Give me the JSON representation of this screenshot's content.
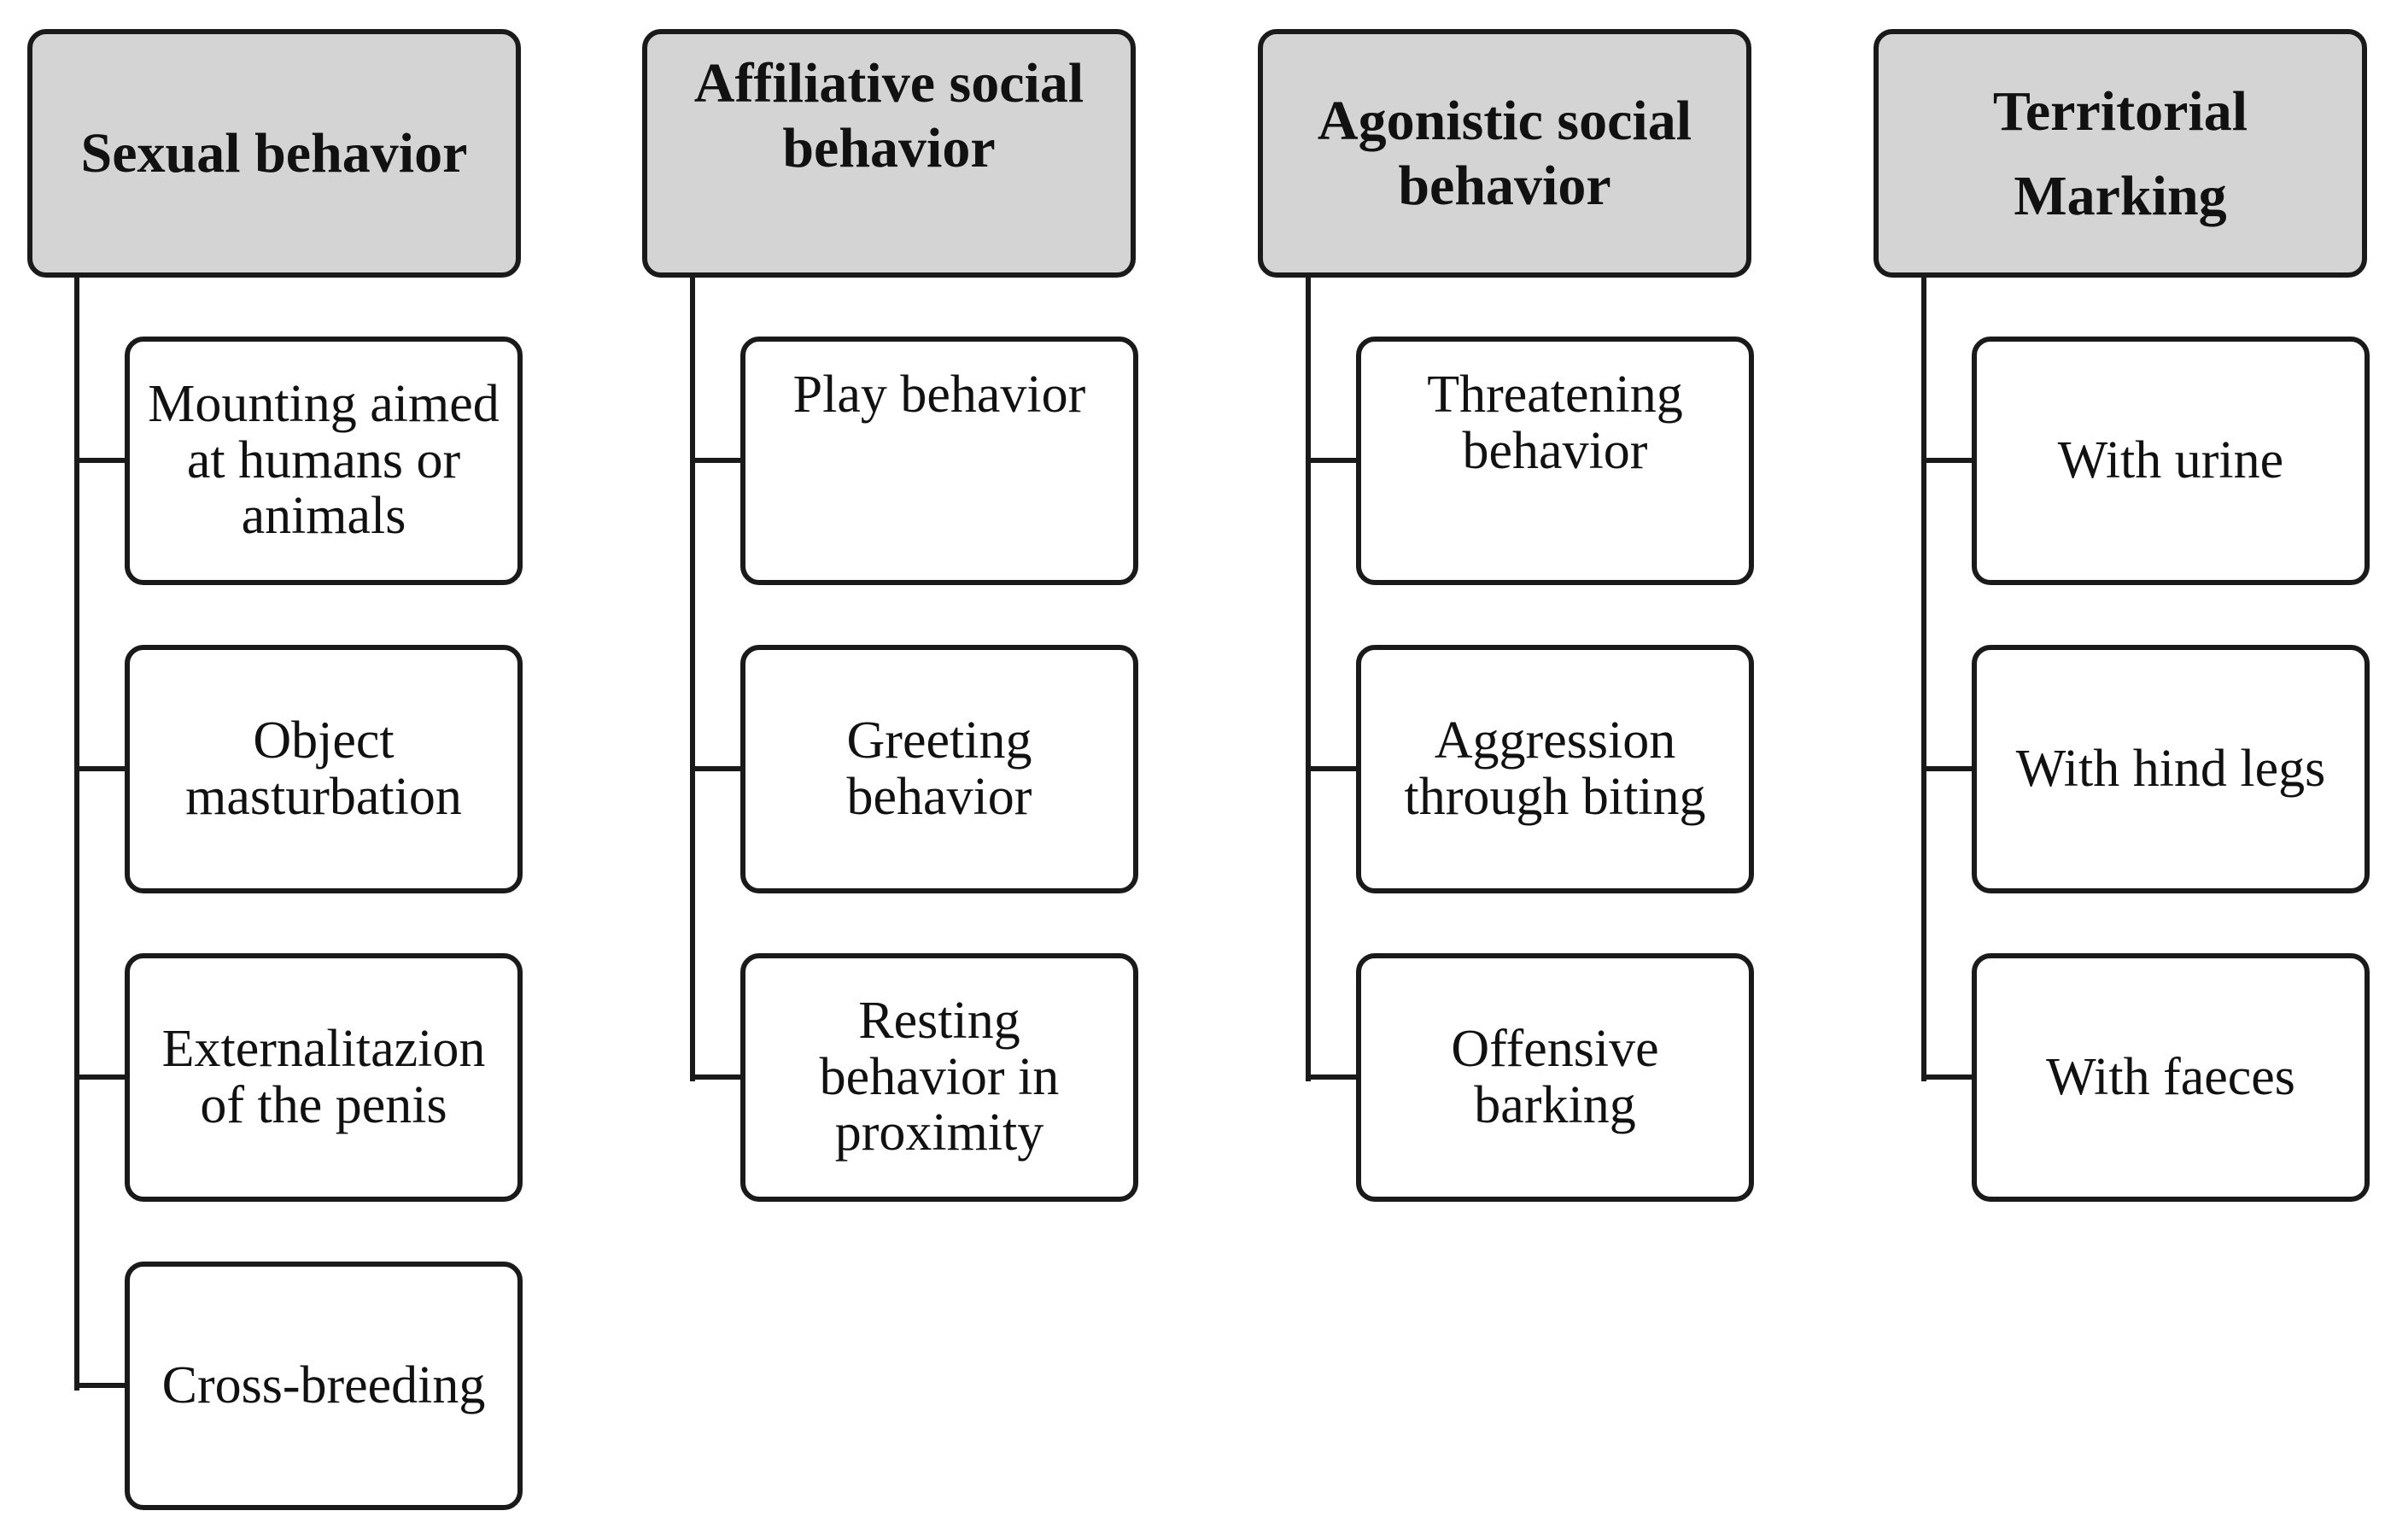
{
  "columns": [
    {
      "header": "Sexual behavior",
      "items": [
        "Mounting aimed\nat humans or\nanimals",
        "Object\nmasturbation",
        "Externalitazion\nof the penis",
        "Cross-breeding"
      ]
    },
    {
      "header": "Affiliative social\nbehavior",
      "items": [
        "Play behavior",
        "Greeting\nbehavior",
        "Resting\nbehavior in\nproximity"
      ]
    },
    {
      "header": "Agonistic social\nbehavior",
      "items": [
        "Threatening\nbehavior",
        "Aggression\nthrough biting",
        "Offensive\nbarking"
      ]
    },
    {
      "header": "Territorial\nMarking",
      "items": [
        "With urine",
        "With hind legs",
        "With faeces"
      ]
    }
  ]
}
